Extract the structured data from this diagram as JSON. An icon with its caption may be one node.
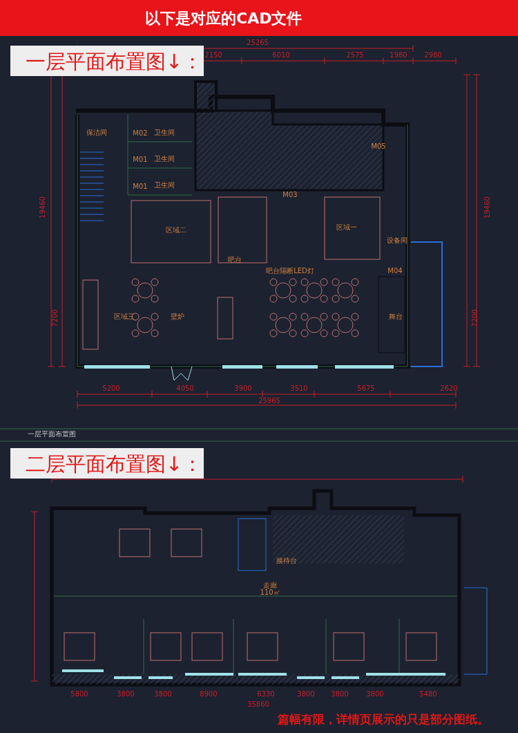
{
  "diagram": {
    "title": "以下是对应的CAD文件",
    "nodes": [
      {
        "text": [
          "一层平面布置图↓："
        ]
      },
      {
        "text": [
          "二层平面布置图↓："
        ]
      }
    ],
    "labels": [
      "25265",
      "2150",
      "6010",
      "2575",
      "1980",
      "2980",
      "19460",
      "7200",
      "19460",
      "7200",
      "保洁间",
      "卫生间",
      "卫生间",
      "卫生间",
      "M02",
      "M01",
      "M01",
      "M03",
      "M05",
      "M04",
      "区域二",
      "吧台",
      "区域一",
      "设备间",
      "吧台隔断LED灯",
      "区域三",
      "壁炉",
      "舞台",
      "5200",
      "4050",
      "3900",
      "3510",
      "5675",
      "2620",
      "25965",
      "一层平面布置图",
      "走廊",
      "110㎡",
      "接待台",
      "5800",
      "3800",
      "3800",
      "8900",
      "6330",
      "3800",
      "3800",
      "3800",
      "5480",
      "35860",
      "篇幅有限，详情页展示的只是部分图纸。"
    ]
  }
}
